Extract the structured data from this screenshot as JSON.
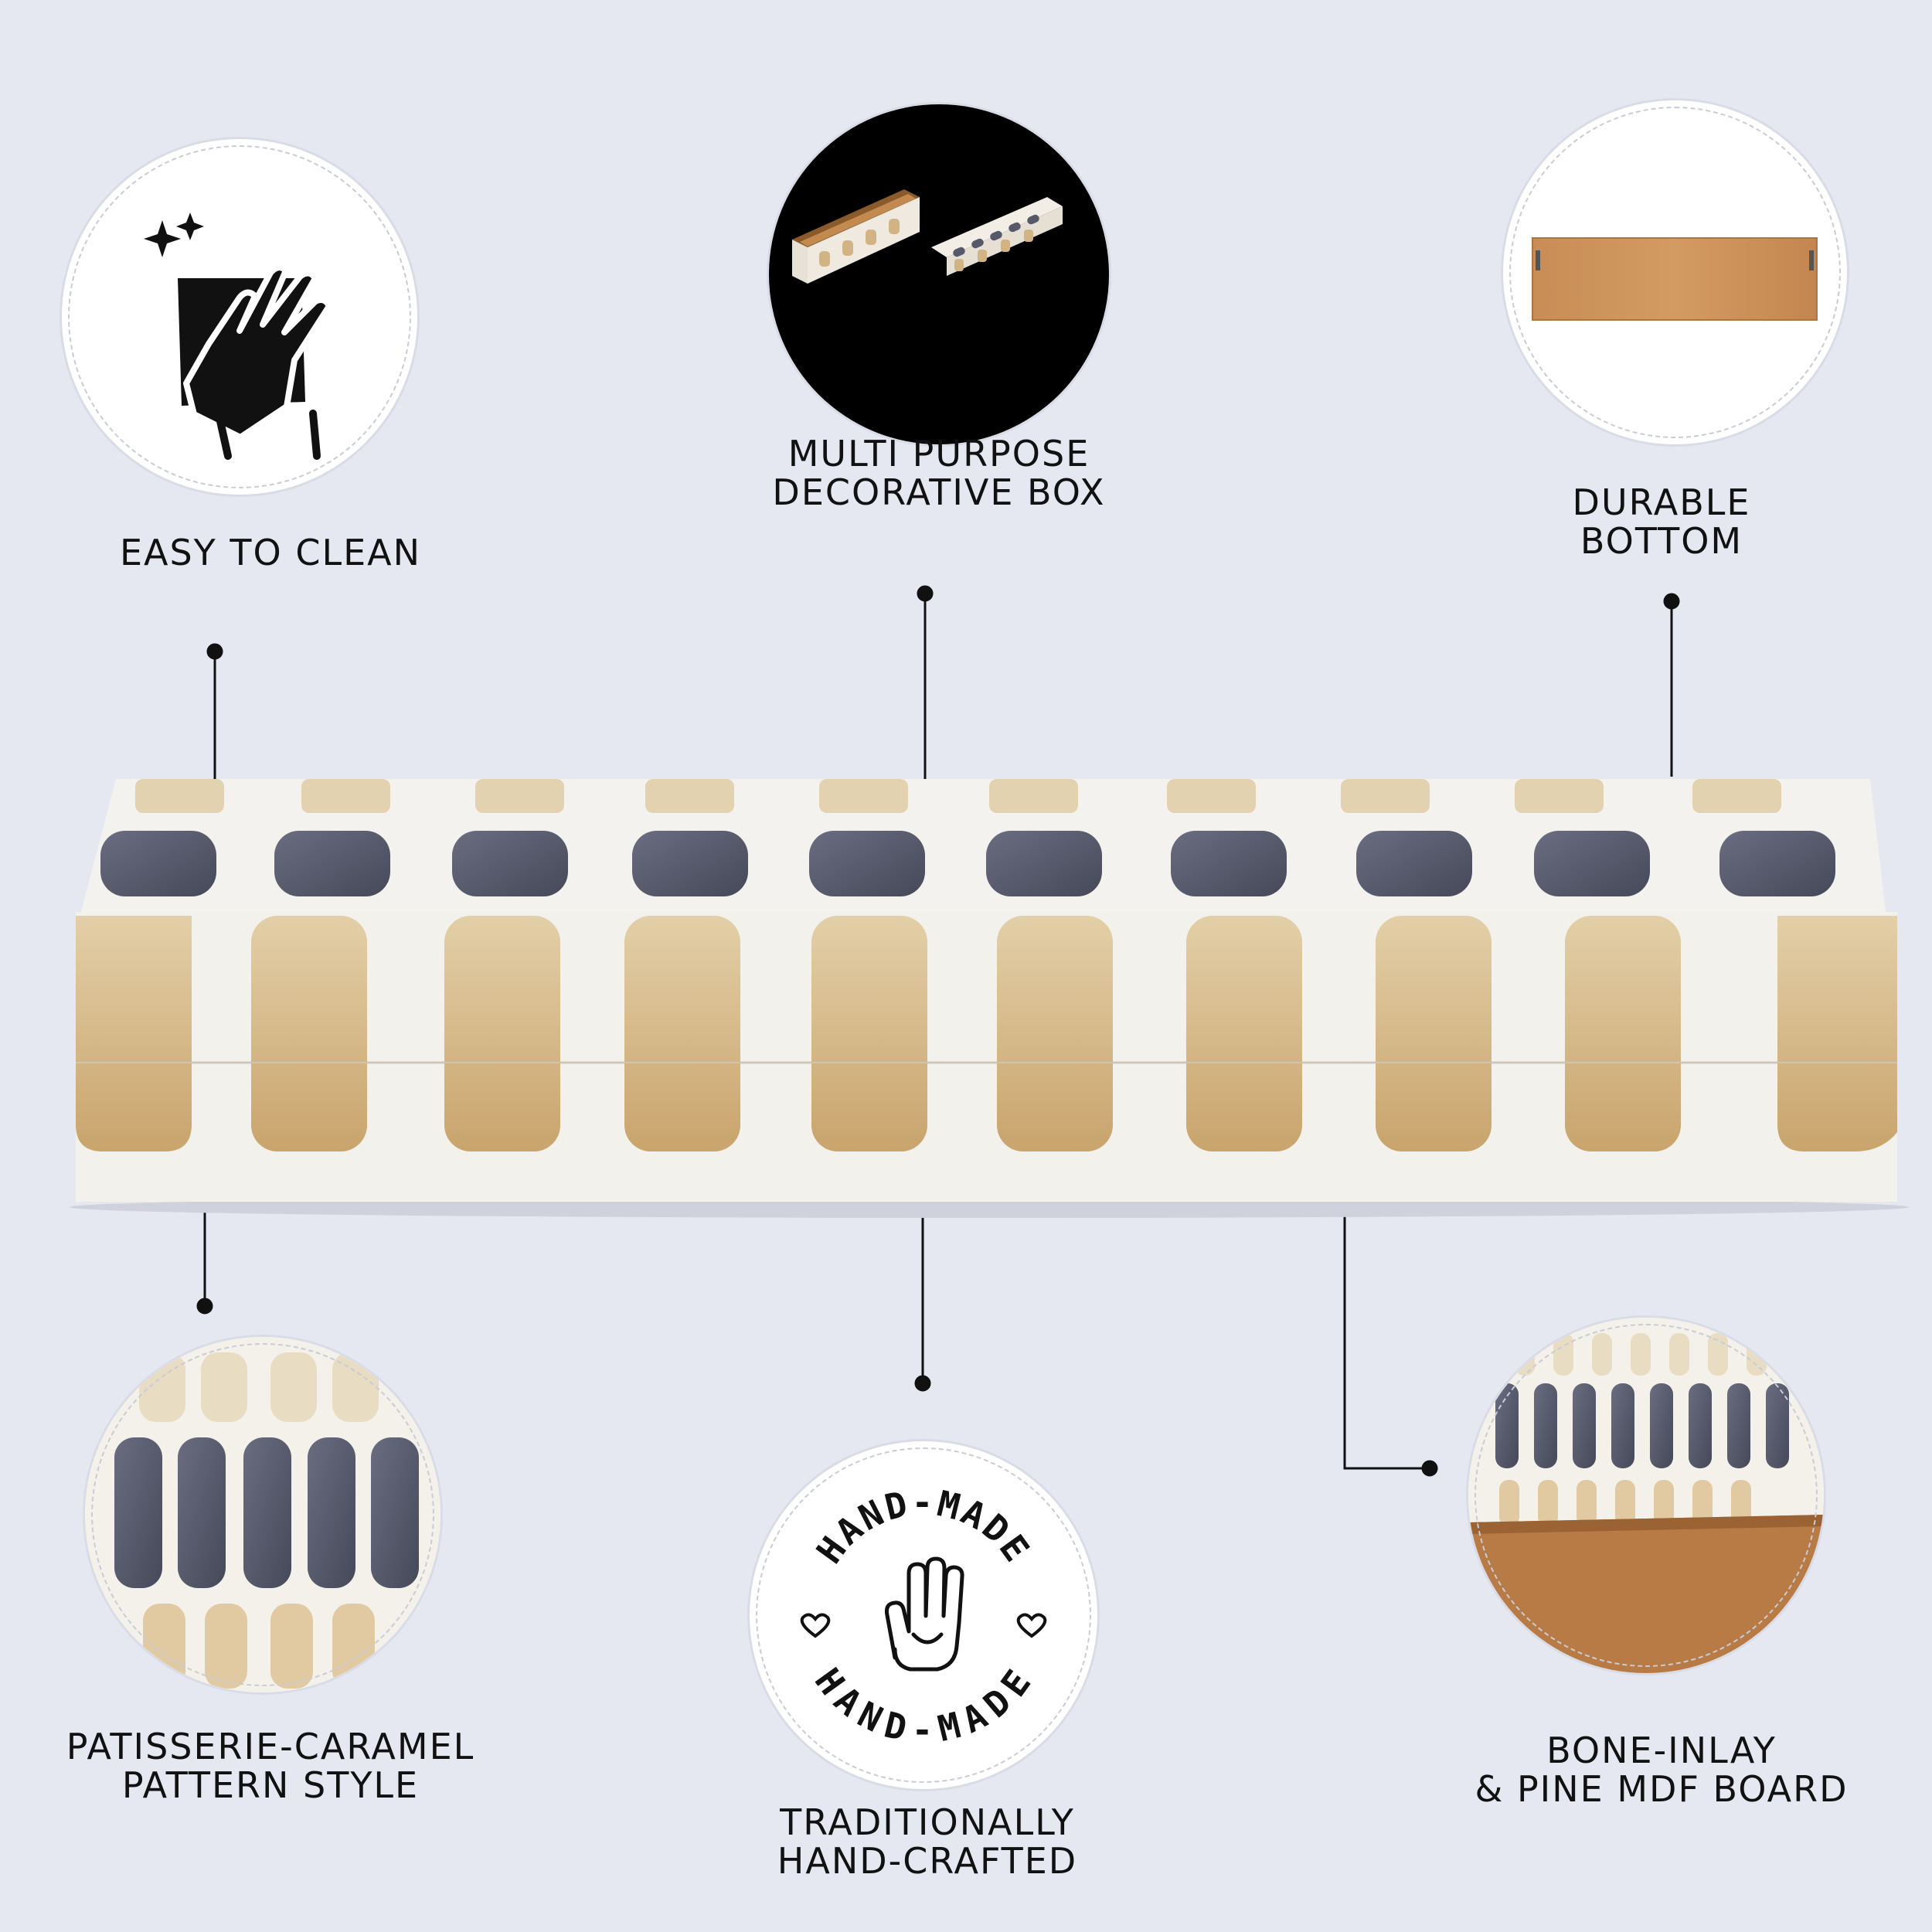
{
  "features": {
    "easy_clean": {
      "line1": "EASY TO CLEAN"
    },
    "multi_purpose": {
      "line1": "MULTI PURPOSE",
      "line2": "DECORATIVE BOX"
    },
    "durable": {
      "line1": "DURABLE",
      "line2": "BOTTOM"
    },
    "pattern": {
      "line1": "PATISSERIE-CARAMEL",
      "line2": "PATTERN STYLE"
    },
    "handcrafted": {
      "line1": "TRADITIONALLY",
      "line2": "HAND-CRAFTED"
    },
    "material": {
      "line1": "BONE-INLAY",
      "line2": "& PINE MDF BOARD"
    }
  },
  "stamp": {
    "top": "HAND-MADE",
    "bottom": "HAND-MADE"
  },
  "colors": {
    "background": "#E6E8F1",
    "bone": "#F3F0EA",
    "caramel": "#D2B384",
    "slate": "#56596A",
    "wood": "#B87B45"
  },
  "icons": [
    "sparkle-icon",
    "cleaning-hand-icon",
    "heart-icon",
    "hand-icon"
  ]
}
